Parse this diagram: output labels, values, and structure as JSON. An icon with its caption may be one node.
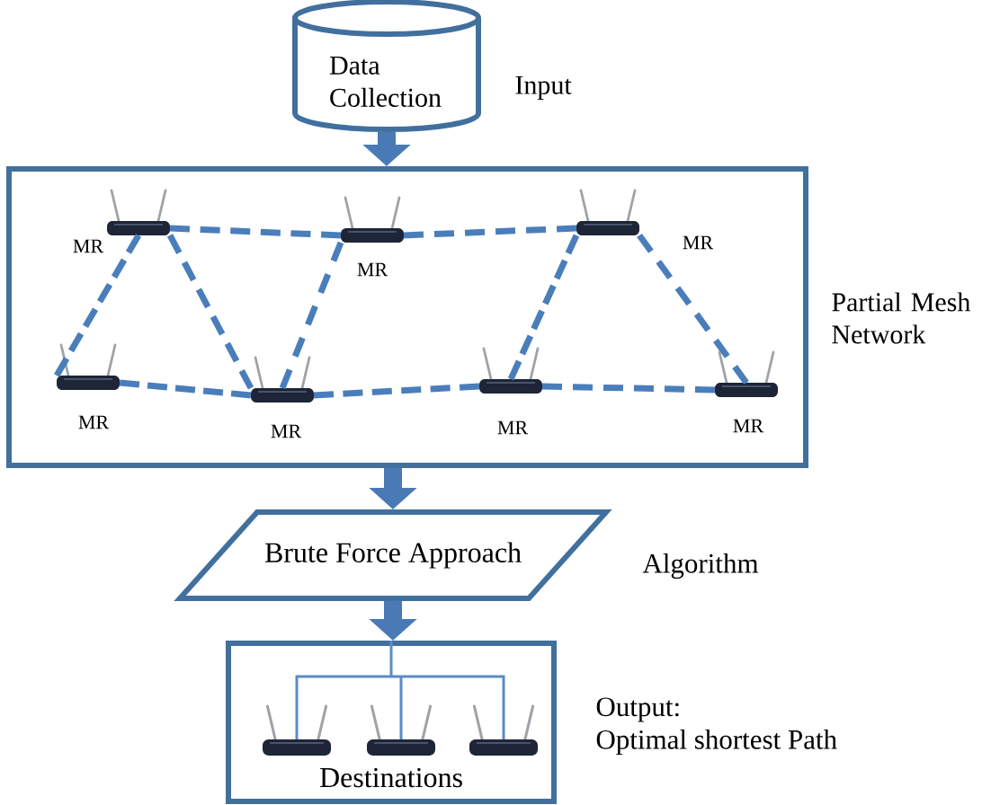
{
  "diagram": {
    "nodes": [
      {
        "text": [
          "Data Collection"
        ],
        "beside": [
          "Input"
        ]
      },
      {
        "text": [],
        "shape": "box",
        "beside": [
          "Partial Mesh Network"
        ]
      },
      {
        "text": [],
        "shape": "picture",
        "in": 1,
        "beside": [
          "MR"
        ]
      },
      {
        "text": [],
        "shape": "picture",
        "in": 1,
        "beside": [
          "MR"
        ]
      },
      {
        "text": [],
        "shape": "picture",
        "in": 1,
        "beside": [
          "MR"
        ]
      },
      {
        "text": [],
        "shape": "picture",
        "in": 1,
        "beside": [
          "MR"
        ]
      },
      {
        "text": [],
        "shape": "picture",
        "in": 1,
        "beside": [
          "MR"
        ]
      },
      {
        "text": [],
        "shape": "picture",
        "in": 1,
        "beside": [
          "MR"
        ]
      },
      {
        "text": [],
        "shape": "picture",
        "in": 1,
        "beside": [
          "MR"
        ]
      },
      {
        "text": [
          "Brute Force Approach"
        ],
        "beside": [
          "Algorithm"
        ]
      },
      {
        "text": [
          "Destinations"
        ],
        "beside": [
          "Output:",
          "Optimal shortest Path"
        ]
      },
      {
        "text": [],
        "shape": "picture",
        "in": 10
      },
      {
        "text": [],
        "shape": "picture",
        "in": 10
      },
      {
        "text": [],
        "shape": "picture",
        "in": 10
      }
    ],
    "edges": [
      {
        "from": 0,
        "to": 1,
        "arrow": "to",
        "style": "thick"
      },
      {
        "from": 1,
        "to": 9,
        "arrow": "to",
        "style": "thick"
      },
      {
        "from": 9,
        "to": 10,
        "arrow": "to",
        "style": "thick"
      },
      {
        "from": 2,
        "to": 3,
        "arrow": "none",
        "style": "dashed"
      },
      {
        "from": 3,
        "to": 4,
        "arrow": "none",
        "style": "dashed"
      },
      {
        "from": 2,
        "to": 5,
        "arrow": "none",
        "style": "dashed"
      },
      {
        "from": 2,
        "to": 6,
        "arrow": "none",
        "style": "dashed"
      },
      {
        "from": 3,
        "to": 6,
        "arrow": "none",
        "style": "dashed"
      },
      {
        "from": 4,
        "to": 7,
        "arrow": "none",
        "style": "dashed"
      },
      {
        "from": 4,
        "to": 8,
        "arrow": "none",
        "style": "dashed"
      },
      {
        "from": 5,
        "to": 6,
        "arrow": "none",
        "style": "dashed"
      },
      {
        "from": 6,
        "to": 7,
        "arrow": "none",
        "style": "dashed"
      },
      {
        "from": 7,
        "to": 8,
        "arrow": "none",
        "style": "dashed"
      },
      {
        "from": 10,
        "to": 11,
        "arrow": "none"
      },
      {
        "from": 10,
        "to": 12,
        "arrow": "none"
      },
      {
        "from": 10,
        "to": 13,
        "arrow": "none"
      }
    ]
  }
}
